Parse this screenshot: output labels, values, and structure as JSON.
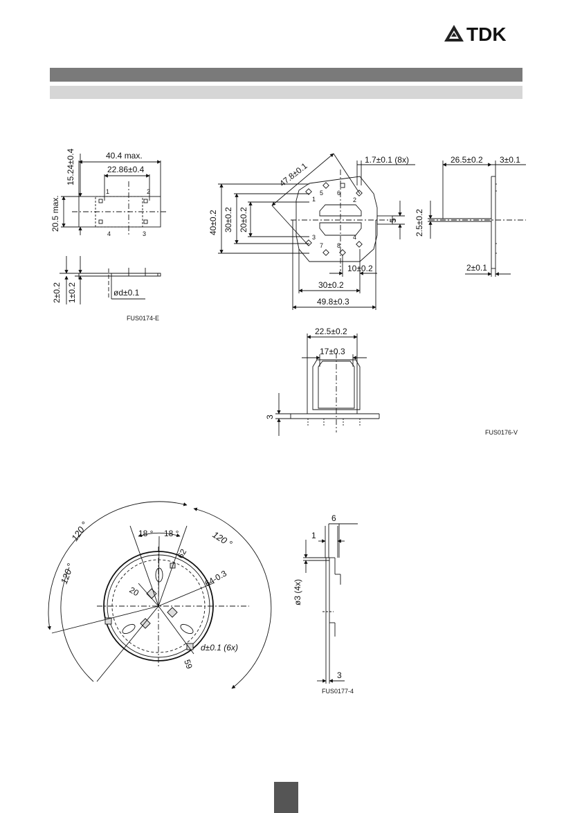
{
  "header": {
    "brand": "TDK"
  },
  "drawings": {
    "fig1": {
      "code": "FUS0174-E",
      "dims": [
        "15.24±0.4",
        "40.4 max.",
        "22.86±0.4",
        "20.5 max.",
        "2±0.2",
        "1±0.2",
        "ød±0.1"
      ],
      "pins": [
        "1",
        "2",
        "4",
        "3"
      ]
    },
    "fig2": {
      "code": "FUS0176-V",
      "dims": [
        "47.8±0.1",
        "1.7±0.1 (8x)",
        "26.5±0.2",
        "3±0.1",
        "40±0.2",
        "30±0.2",
        "20±0.2",
        "5",
        "2.5±0.2",
        "10±0.2",
        "30±0.2",
        "49.8±0.3",
        "2±0.1",
        "22.5±0.2",
        "17±0.3",
        "3"
      ],
      "pins": [
        "1",
        "2",
        "3",
        "4",
        "5",
        "6",
        "7",
        "8"
      ]
    },
    "fig3": {
      "code": "FUS0177-4",
      "dims": [
        "120 °",
        "120 °",
        "120 °",
        "18 °",
        "18 °",
        "62",
        "64-0.3",
        "20",
        "d±0.1 (6x)",
        "59",
        "6",
        "1",
        "ø3 (4x)",
        "3"
      ]
    }
  }
}
